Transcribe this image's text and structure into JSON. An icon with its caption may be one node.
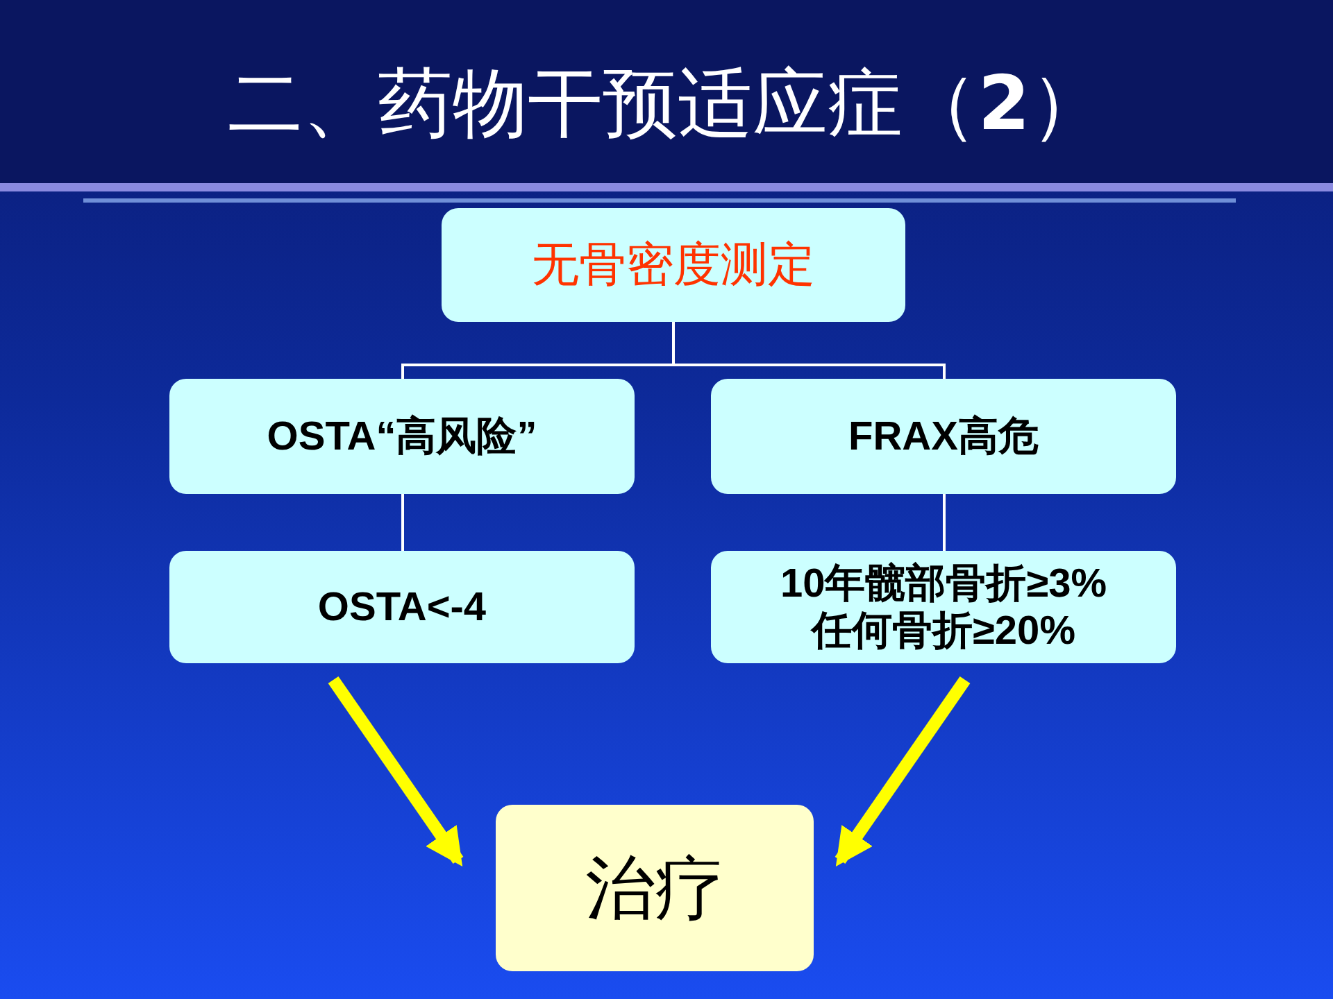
{
  "diagram": {
    "title": "二、药物干预适应症（**2**）",
    "nodes": [
      {
        "text": [
          "无骨密度测定"
        ]
      },
      {
        "text": [
          "OSTA“高风险”"
        ]
      },
      {
        "text": [
          "FRAX高危"
        ]
      },
      {
        "text": [
          "OSTA<-4"
        ]
      },
      {
        "text": [
          "10年髋部骨折≥3%",
          "任何骨折≥20%"
        ]
      },
      {
        "text": [
          "治疗"
        ]
      }
    ],
    "edges": [
      {
        "from": 0,
        "to": 1,
        "arrow": "none"
      },
      {
        "from": 0,
        "to": 2,
        "arrow": "none"
      },
      {
        "from": 1,
        "to": 3,
        "arrow": "none"
      },
      {
        "from": 2,
        "to": 4,
        "arrow": "none"
      },
      {
        "from": 3,
        "to": 5,
        "arrow": "to",
        "style": "thick",
        "color": "#ffff00"
      },
      {
        "from": 4,
        "to": 5,
        "arrow": "to",
        "style": "thick",
        "color": "#ffff00"
      }
    ]
  }
}
